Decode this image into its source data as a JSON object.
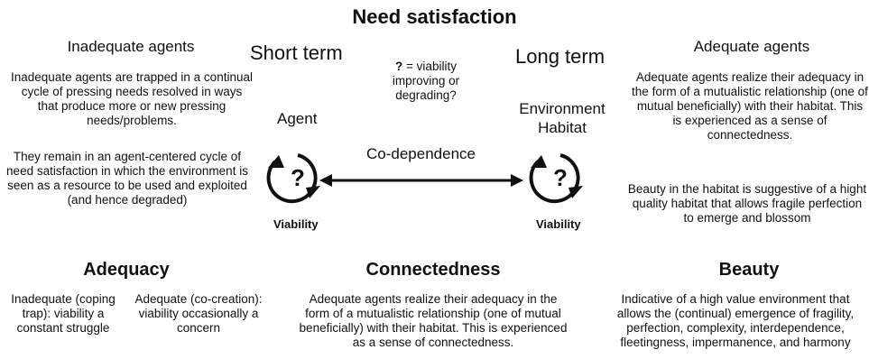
{
  "title": "Need satisfaction",
  "left": {
    "heading": "Inadequate agents",
    "para1": "Inadequate agents are trapped in a continual cycle of pressing needs resolved in ways that produce more or new pressing needs/problems.",
    "para2": "They remain in an agent-centered cycle of need satisfaction in which the environment is seen as a resource to be used and exploited (and hence degraded)"
  },
  "right": {
    "heading": "Adequate agents",
    "para1": "Adequate agents realize their adequacy in the form of a mutualistic relationship (one of mutual beneficially) with their habitat. This is experienced as a sense of connectedness.",
    "para2": "Beauty in the habitat is suggestive of a hight quality habitat that allows fragile perfection to emerge and blossom"
  },
  "center": {
    "short_term": "Short term",
    "long_term": "Long term",
    "question_symbol": "?",
    "question_text": " = viability improving or degrading?",
    "agent_label": "Agent",
    "env_line1": "Environment",
    "env_line2": "Habitat",
    "codependence": "Co-dependence",
    "viability_left": "Viability",
    "viability_right": "Viability",
    "cycle_left_symbol": "?",
    "cycle_right_symbol": "?"
  },
  "bottom": {
    "adequacy": {
      "title": "Adequacy",
      "inadequate": "Inadequate (coping trap): viability a constant struggle",
      "adequate": "Adequate (co-creation): viability occasionally a concern"
    },
    "connectedness": {
      "title": "Connectedness",
      "text": "Adequate agents realize their adequacy in the form of a mutualistic relationship (one of mutual beneficially) with their habitat. This is experienced as a sense of connectedness."
    },
    "beauty": {
      "title": "Beauty",
      "text": "Indicative of a high value environment that allows the (continual) emergence of fragility, perfection, complexity, interdependence, fleetingness, impermanence, and harmony"
    }
  }
}
